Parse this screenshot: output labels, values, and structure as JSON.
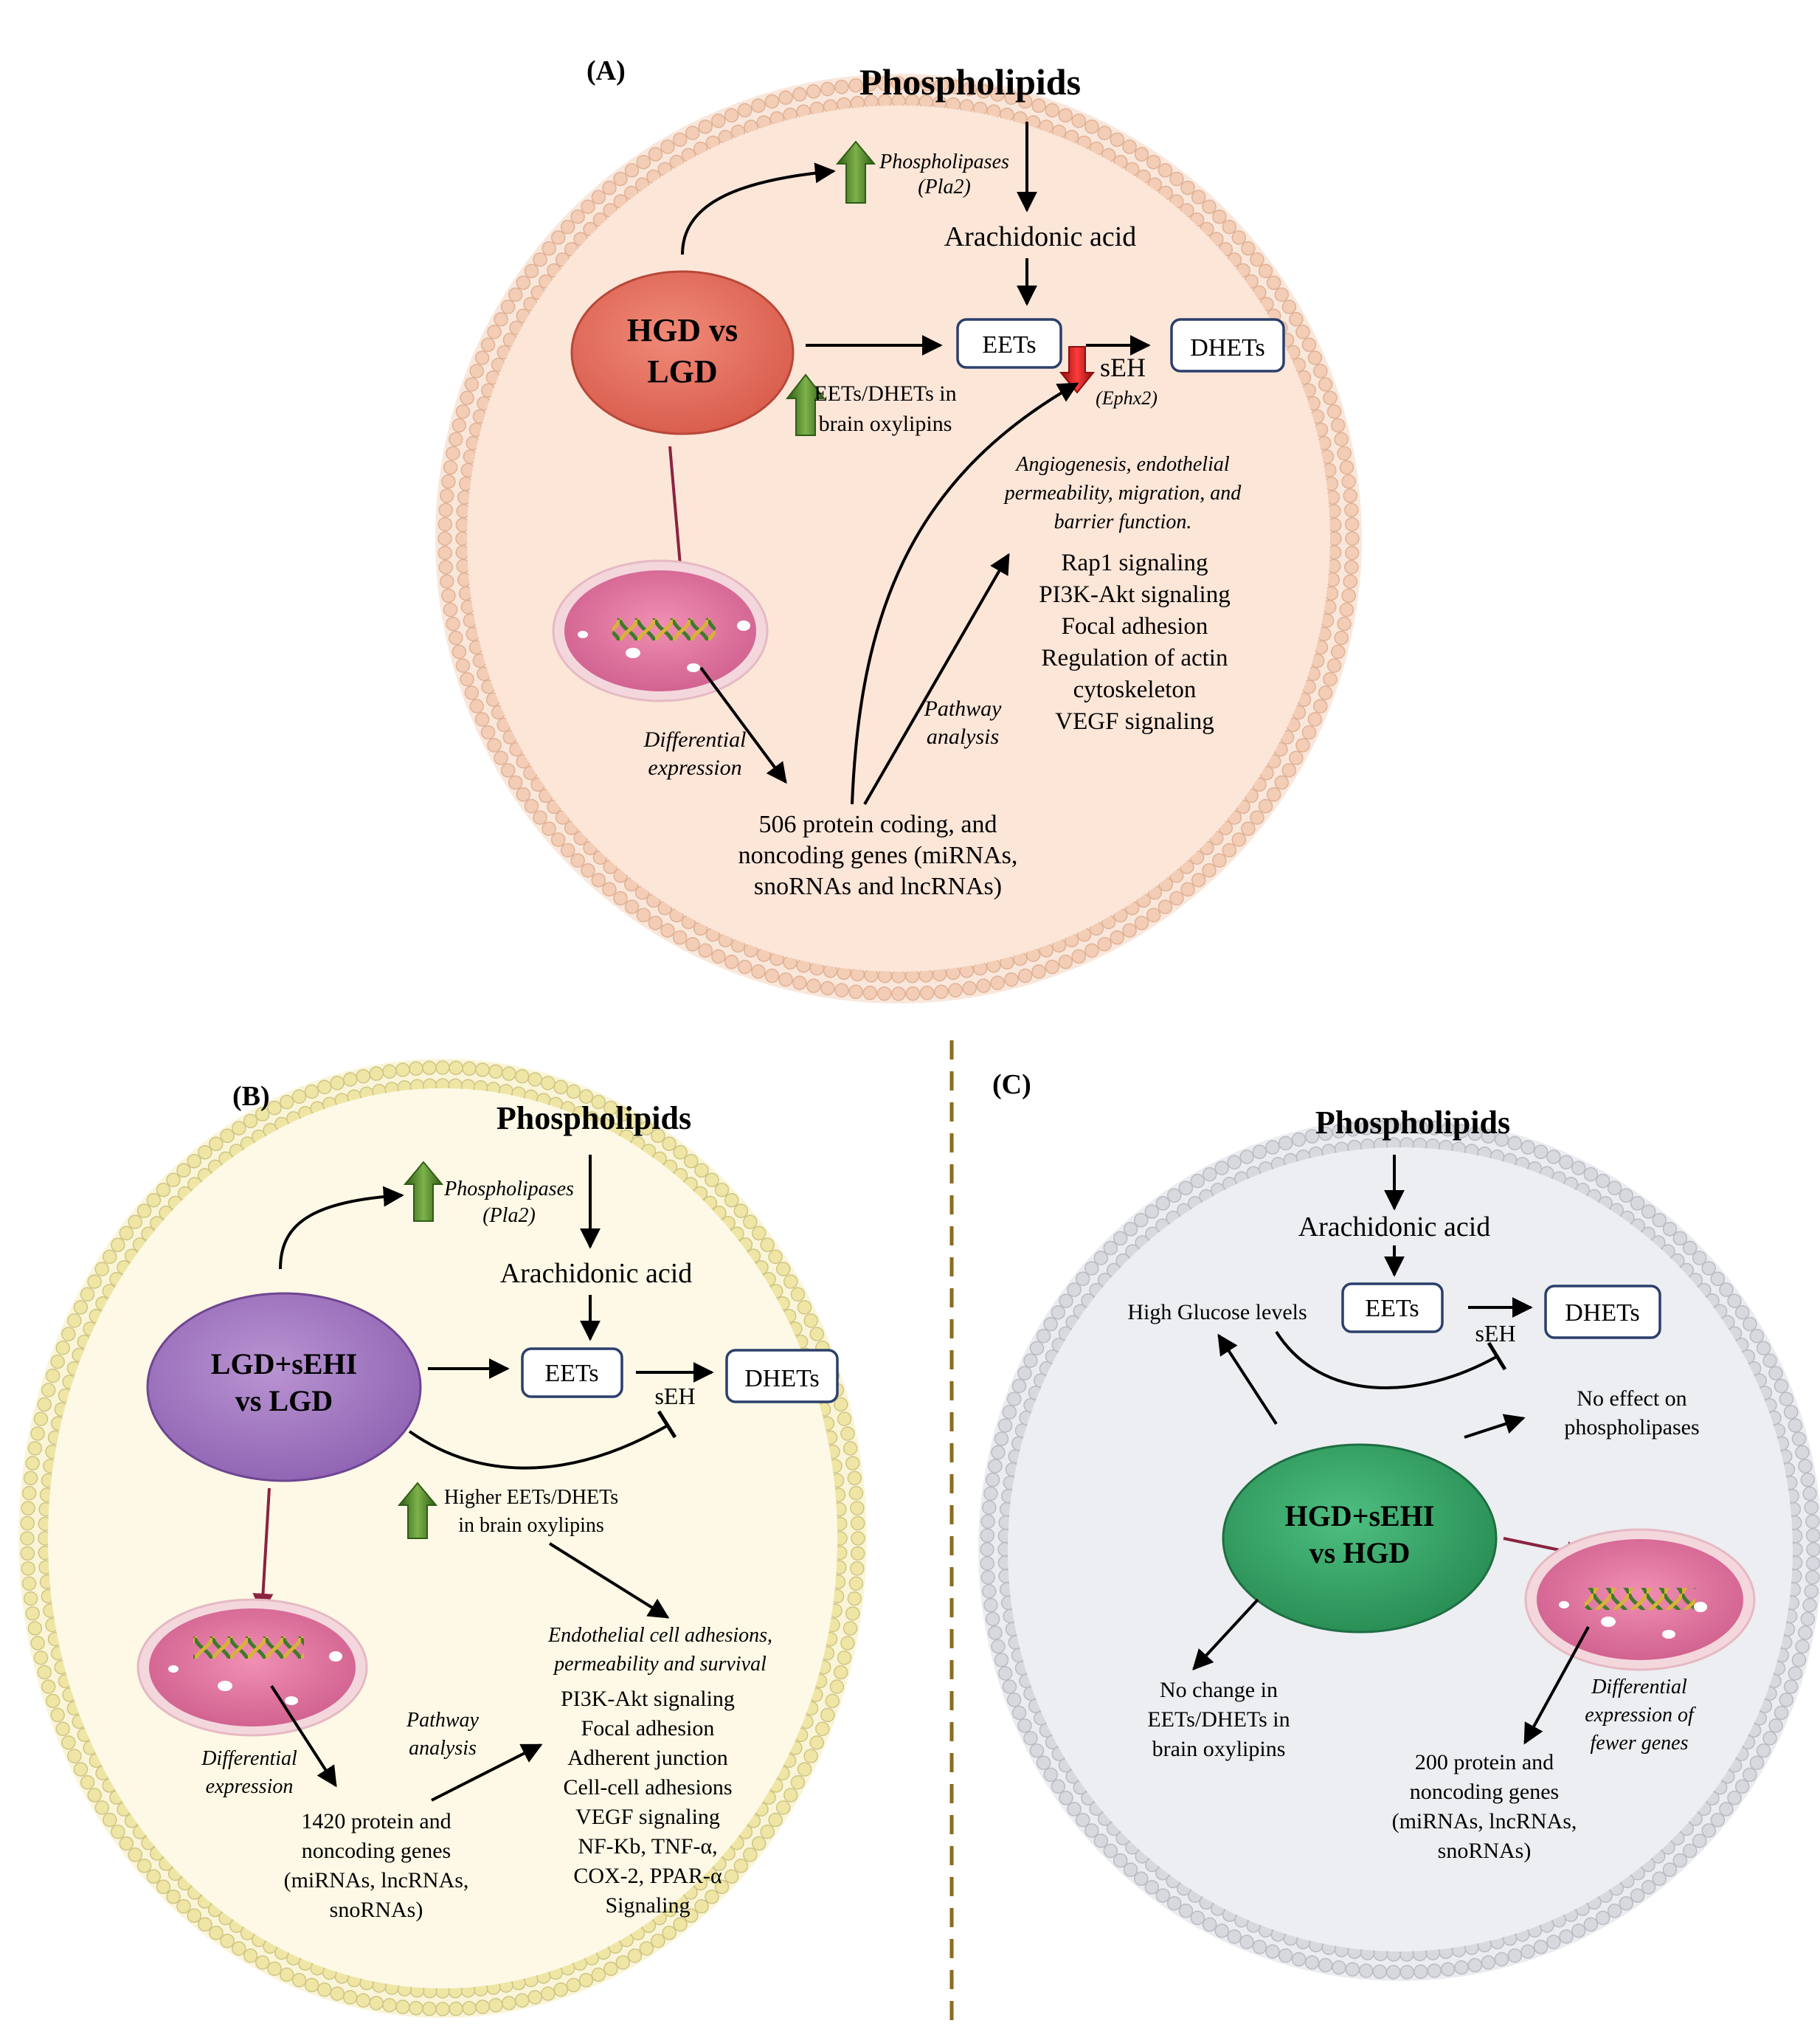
{
  "panel_a": {
    "label": "(A)",
    "phospholipids": "Phospholipids",
    "phospholipases": [
      "Phospholipases",
      "(Pla2)"
    ],
    "arachidonic_acid": "Arachidonic  acid",
    "comparison": [
      "HGD vs",
      "LGD"
    ],
    "eets": "EETs",
    "dhets": "DHETs",
    "seh": "sEH",
    "ephx2": "(Ephx2)",
    "eets_dhets_brain": [
      "EETs/DHETs  in",
      "brain oxylipins"
    ],
    "function_note": [
      "Angiogenesis, endothelial",
      "permeability, migration,  and",
      "barrier function."
    ],
    "pathways": [
      "Rap1 signaling",
      "PI3K-Akt signaling",
      "Focal adhesion",
      "Regulation of actin",
      "cytoskeleton",
      "VEGF signaling"
    ],
    "pathway_analysis": [
      "Pathway",
      "analysis"
    ],
    "differential_expression": [
      "Differential",
      "expression"
    ],
    "genes": [
      "506 protein coding, and",
      "noncoding genes (miRNAs,",
      "snoRNAs and lncRNAs)"
    ]
  },
  "panel_b": {
    "label": "(B)",
    "phospholipids": "Phospholipids",
    "phospholipases": [
      "Phospholipases",
      "(Pla2)"
    ],
    "arachidonic_acid": "Arachidonic  acid",
    "comparison": [
      "LGD+sEHI",
      "vs LGD"
    ],
    "eets": "EETs",
    "dhets": "DHETs",
    "seh": "sEH",
    "higher_eets": [
      "Higher  EETs/DHETs",
      "in brain oxylipins"
    ],
    "function_note": [
      "Endothelial cell adhesions,",
      "permeability and survival"
    ],
    "pathways": [
      "PI3K-Akt  signaling",
      "Focal adhesion",
      "Adherent  junction",
      "Cell-cell adhesions",
      "VEGF  signaling",
      "NF-Kb,  TNF-α,",
      "COX-2,  PPAR-α",
      "Signaling"
    ],
    "pathway_analysis": [
      "Pathway",
      "analysis"
    ],
    "differential_expression": [
      "Differential",
      "expression"
    ],
    "genes": [
      "1420 protein and",
      "noncoding genes",
      "(miRNAs,  lncRNAs,",
      "snoRNAs)"
    ]
  },
  "panel_c": {
    "label": "(C)",
    "phospholipids": "Phospholipids",
    "arachidonic_acid": "Arachidonic  acid",
    "comparison": [
      "HGD+sEHI",
      "vs HGD"
    ],
    "eets": "EETs",
    "dhets": "DHETs",
    "seh": "sEH",
    "high_glucose": "High  Glucose levels",
    "no_effect": [
      "No effect on",
      "phospholipases"
    ],
    "no_change": [
      "No change  in",
      "EETs/DHETs  in",
      "brain oxylipins"
    ],
    "differential_expression": [
      "Differential",
      "expression of",
      "fewer genes"
    ],
    "genes": [
      "200 protein and",
      "noncoding genes",
      "(miRNAs,  lncRNAs,",
      "snoRNAs)"
    ]
  },
  "colors": {
    "panel_a_cell": "#fbe6d8",
    "panel_a_membrane": "#f3cdb5",
    "panel_a_ellipse": "#e36f5e",
    "panel_b_cell": "#fdf9e6",
    "panel_b_membrane": "#efe6a6",
    "panel_b_ellipse": "#a77cc4",
    "panel_c_cell": "#eceef2",
    "panel_c_membrane": "#d7d9de",
    "panel_c_ellipse": "#3aa36a",
    "up_arrow": "#4f8a2a",
    "down_arrow": "#d21b1b",
    "box_border": "#2b3f6b",
    "divider": "#8b6b1f"
  },
  "icons": [
    "up-arrow-icon",
    "down-arrow-icon",
    "nucleus-dna-icon"
  ]
}
